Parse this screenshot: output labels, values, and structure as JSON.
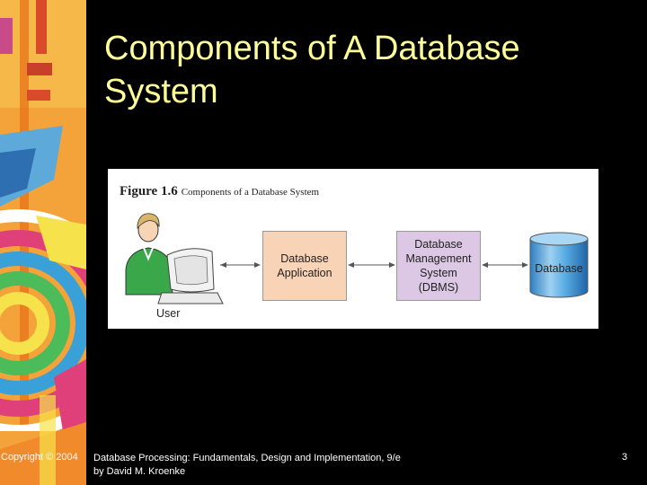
{
  "slide": {
    "title": "Components of A Database System",
    "page_number": "3"
  },
  "figure": {
    "number": "Figure 1.6",
    "caption": "Components of a Database System",
    "user_label": "User",
    "application_label": "Database\nApplication",
    "dbms_label": "Database\nManagement\nSystem\n(DBMS)",
    "database_label": "Database"
  },
  "footer": {
    "copyright": "Copyright © 2004",
    "book_line1": "Database Processing: Fundamentals, Design and Implementation, 9/e",
    "book_line2": "by David M. Kroenke"
  },
  "colors": {
    "title": "#ffff99",
    "application_box": "#f8d3b6",
    "dbms_box": "#dcc8e4",
    "database_cylinder": "#3f9ad6"
  }
}
